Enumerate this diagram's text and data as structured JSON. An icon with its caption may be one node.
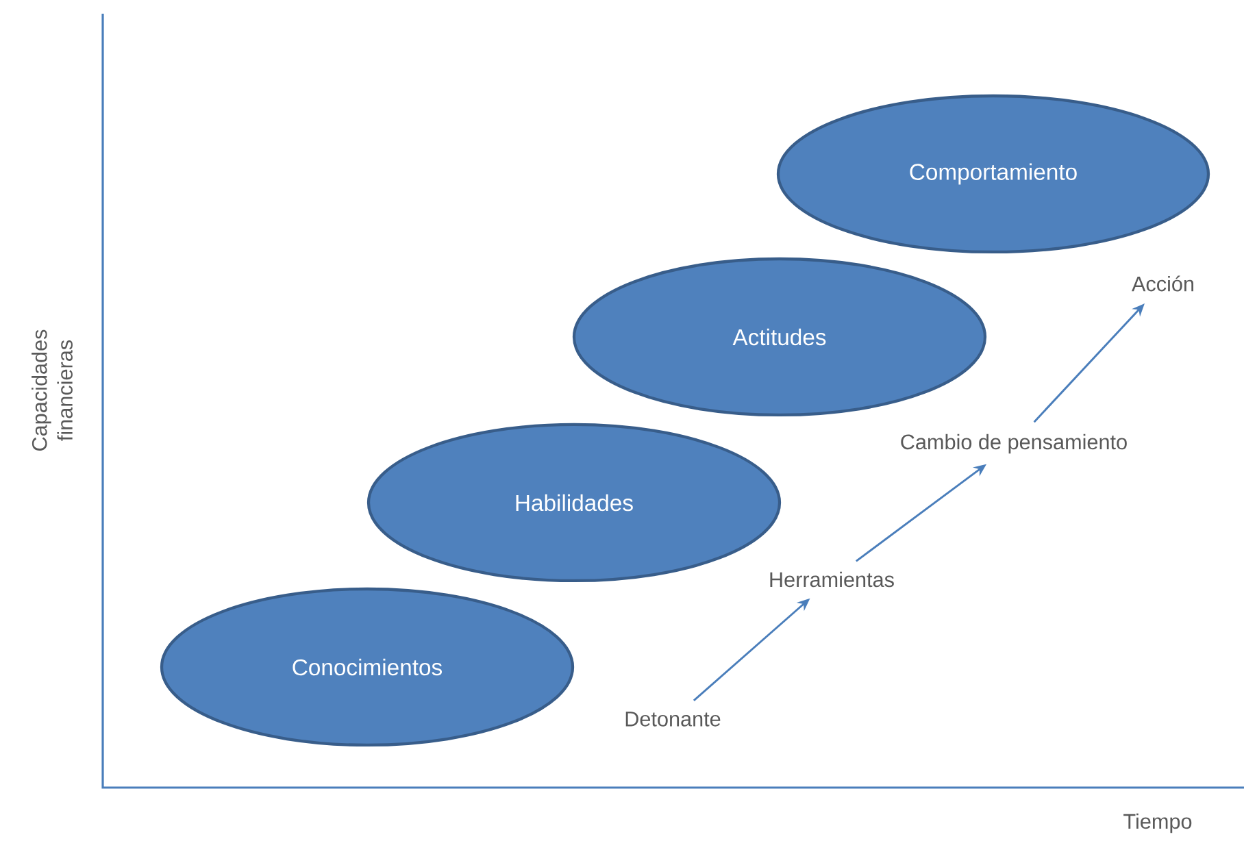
{
  "diagram": {
    "nodes": [
      {
        "text": [
          "Conocimientos"
        ]
      },
      {
        "text": [
          "Habilidades"
        ]
      },
      {
        "text": [
          "Actitudes"
        ]
      },
      {
        "text": [
          "Comportamiento"
        ]
      },
      {
        "text": [
          "Detonante"
        ]
      },
      {
        "text": [
          "Herramientas"
        ]
      },
      {
        "text": [
          "Cambio de pensamiento"
        ]
      },
      {
        "text": [
          "Acción"
        ]
      }
    ],
    "edges": [
      {
        "from": 4,
        "to": 5,
        "arrow": "to"
      },
      {
        "from": 5,
        "to": 6,
        "arrow": "to"
      },
      {
        "from": 6,
        "to": 7,
        "arrow": "to"
      }
    ],
    "labels": [
      "Capacidades financieras",
      "Tiempo"
    ]
  }
}
